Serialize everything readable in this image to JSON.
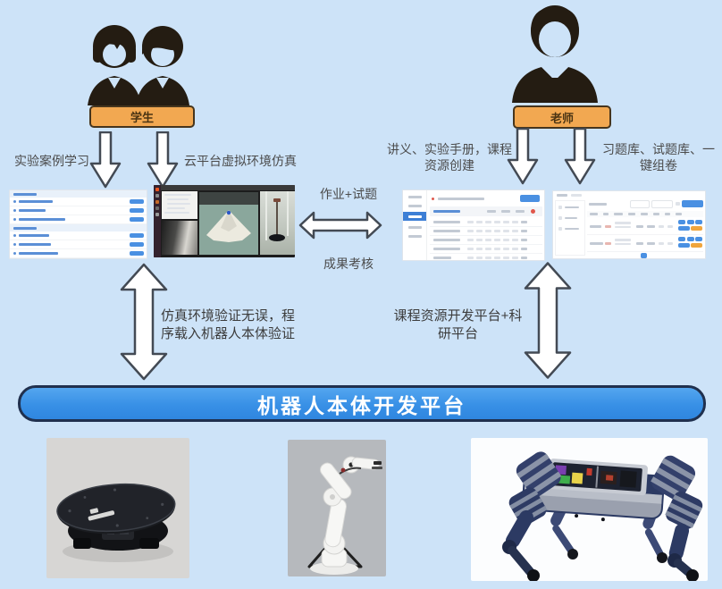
{
  "student": {
    "label": "学生",
    "caption_left": "实验案例学习",
    "caption_right": "云平台虚拟环境仿真"
  },
  "teacher": {
    "label": "老师",
    "caption_left_line1": "讲义、实验手册，课程",
    "caption_left_line2": "资源创建",
    "caption_right_line1": "习题库、试题库、一",
    "caption_right_line2": "键组卷"
  },
  "exchange": {
    "top": "作业+试题",
    "bottom": "成果考核"
  },
  "left_validation": {
    "line1": "仿真环境验证无误，程",
    "line2": "序载入机器人本体验证"
  },
  "right_platform": {
    "line1": "课程资源开发平台+科",
    "line2": "研平台"
  },
  "banner": {
    "title": "机器人本体开发平台"
  },
  "colors": {
    "background": "#cde3f8",
    "tag_orange": "#F2A851",
    "banner_blue": "#3890e6",
    "accent_blue": "#4a90e2",
    "accent_orange": "#f0a53c",
    "arrow_fill": "#ffffff",
    "arrow_outline": "#434a54"
  }
}
